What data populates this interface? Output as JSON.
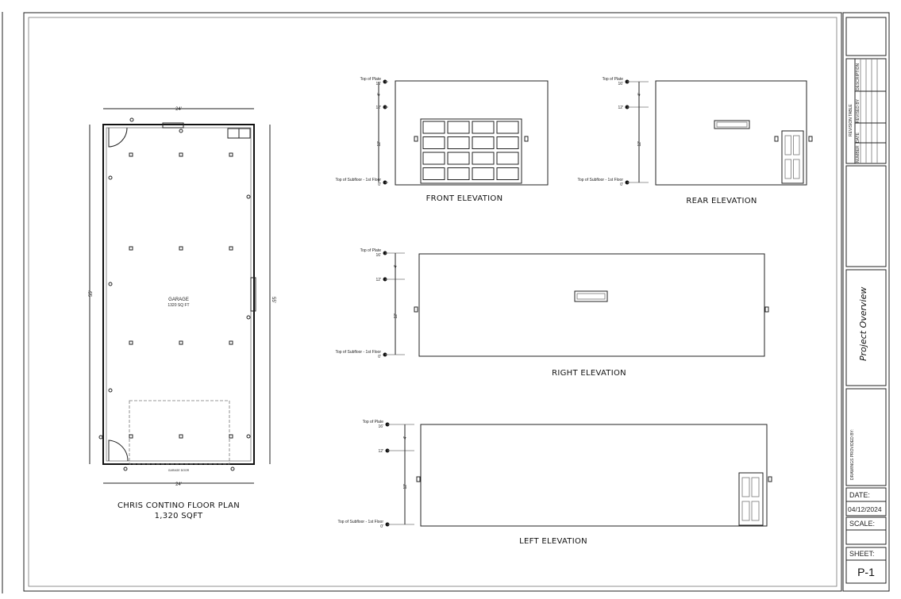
{
  "title_block": {
    "revision_table": {
      "title": "REVISION TABLE",
      "columns": [
        "NUMBER",
        "DATE",
        "REVISED BY",
        "DESCRIPTION"
      ]
    },
    "sheet_title": "Project Overview",
    "drawings_provided_label": "DRAWINGS PROVIDED BY:",
    "date_label": "DATE:",
    "date_value": "04/12/2024",
    "scale_label": "SCALE:",
    "scale_value": "",
    "sheet_label": "SHEET:",
    "sheet_value": "P-1"
  },
  "floor_plan": {
    "title": "CHRIS CONTINO FLOOR PLAN",
    "subtitle": "1,320 SQFT",
    "room_name": "GARAGE",
    "room_area": "1320 SQ FT",
    "width_dim": "24'",
    "length_dim": "55'",
    "garage_door_label": "GARAGE DOOR"
  },
  "levels": {
    "top_of_plate": "Top of Plate",
    "top_of_plate_value": "16'",
    "mid_value": "12'",
    "subfloor": "Top of Subfloor - 1st Floor",
    "subfloor_value": "0'",
    "upper_dim": "4'",
    "lower_dim": "12'"
  },
  "elevations": {
    "front": "FRONT ELEVATION",
    "rear": "REAR ELEVATION",
    "right": "RIGHT ELEVATION",
    "left": "LEFT ELEVATION"
  }
}
